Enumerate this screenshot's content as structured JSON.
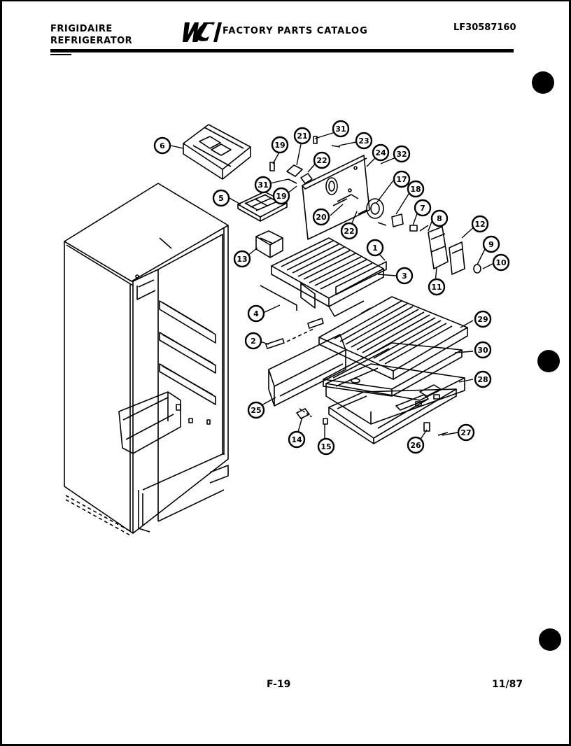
{
  "header": {
    "brand_line1": "FRIGIDAIRE",
    "brand_line2": "REFRIGERATOR",
    "catalog_title": "FACTORY PARTS CATALOG",
    "logo_text": "WCI",
    "model_number": "LF30587160"
  },
  "footer": {
    "page_number": "F-19",
    "date": "11/87"
  },
  "callouts": [
    "6",
    "19",
    "21",
    "31",
    "23",
    "24",
    "32",
    "22",
    "31",
    "19",
    "17",
    "18",
    "5",
    "20",
    "22",
    "7",
    "8",
    "12",
    "1",
    "9",
    "13",
    "3",
    "10",
    "11",
    "4",
    "29",
    "2",
    "30",
    "28",
    "25",
    "14",
    "15",
    "26",
    "27"
  ]
}
